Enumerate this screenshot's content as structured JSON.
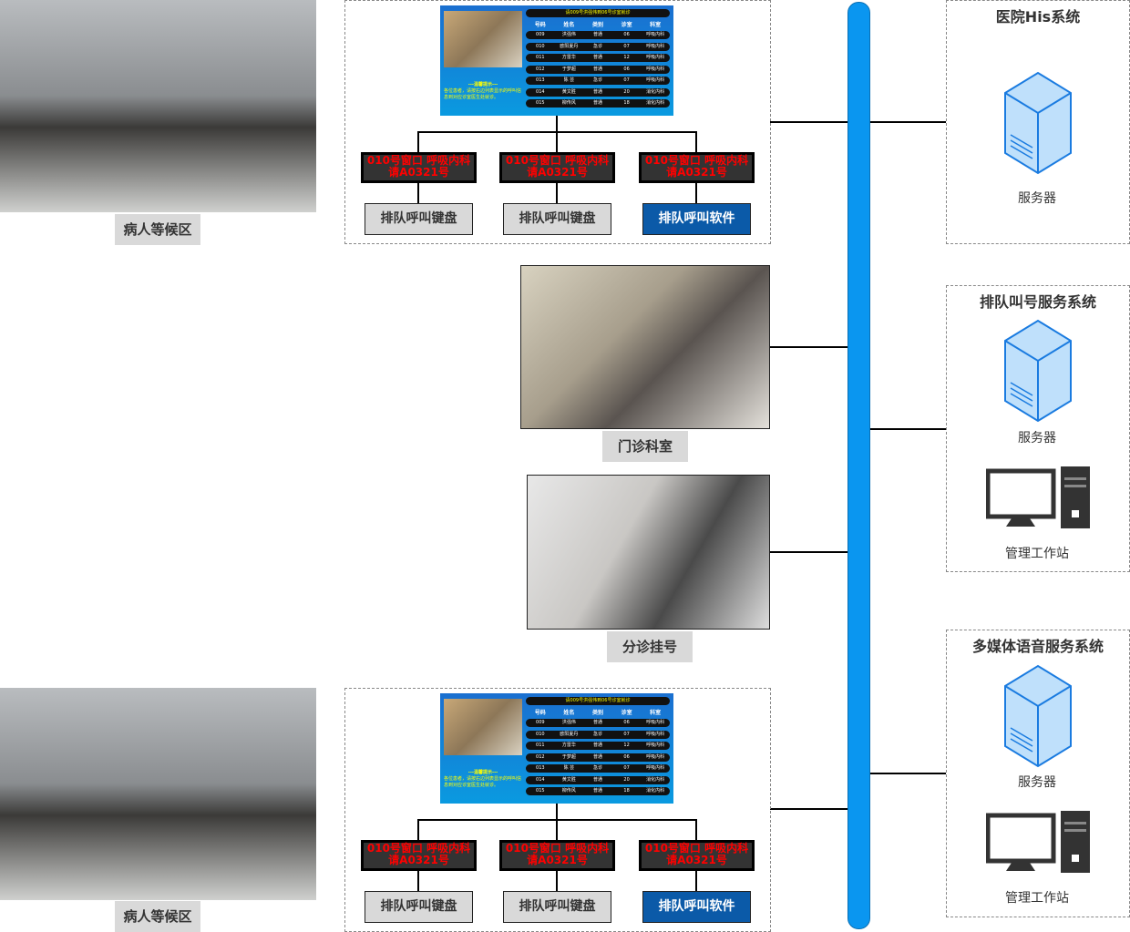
{
  "waiting_area_label": "病人等候区",
  "clinic_label": "门诊科室",
  "registration_label": "分诊挂号",
  "display": {
    "header": "请009号洪强伟到06号诊室就诊",
    "columns": [
      "号码",
      "姓名",
      "类别",
      "诊室",
      "科室"
    ],
    "rows": [
      [
        "009",
        "洪强伟",
        "普通",
        "06",
        "呼吸内科"
      ],
      [
        "010",
        "欧阳夏丹",
        "急诊",
        "07",
        "呼吸内科"
      ],
      [
        "011",
        "方雷华",
        "普通",
        "12",
        "呼吸内科"
      ],
      [
        "012",
        "于梦超",
        "普通",
        "06",
        "呼吸内科"
      ],
      [
        "013",
        "陈 芸",
        "急诊",
        "07",
        "呼吸内科"
      ],
      [
        "014",
        "黄文胜",
        "普通",
        "20",
        "消化内科"
      ],
      [
        "015",
        "柳传风",
        "普通",
        "18",
        "消化内科"
      ]
    ],
    "tip_title": "---温馨提示---",
    "tip_text": "各位患者，请按右边列表显示的呼叫信息到对应诊室医生处就诊。"
  },
  "led": {
    "line1": "010号窗口 呼吸内科",
    "line2": "请A0321号"
  },
  "buttons": {
    "keyboard": "排队呼叫键盘",
    "software": "排队呼叫软件"
  },
  "systems": [
    {
      "title": "医院His系统",
      "server": "服务器"
    },
    {
      "title": "排队叫号服务系统",
      "server": "服务器",
      "workstation": "管理工作站"
    },
    {
      "title": "多媒体语音服务系统",
      "server": "服务器",
      "workstation": "管理工作站"
    }
  ],
  "colors": {
    "bus": "#0a96f0",
    "software_button": "#0b5aa8",
    "led_text": "#ff0000"
  }
}
